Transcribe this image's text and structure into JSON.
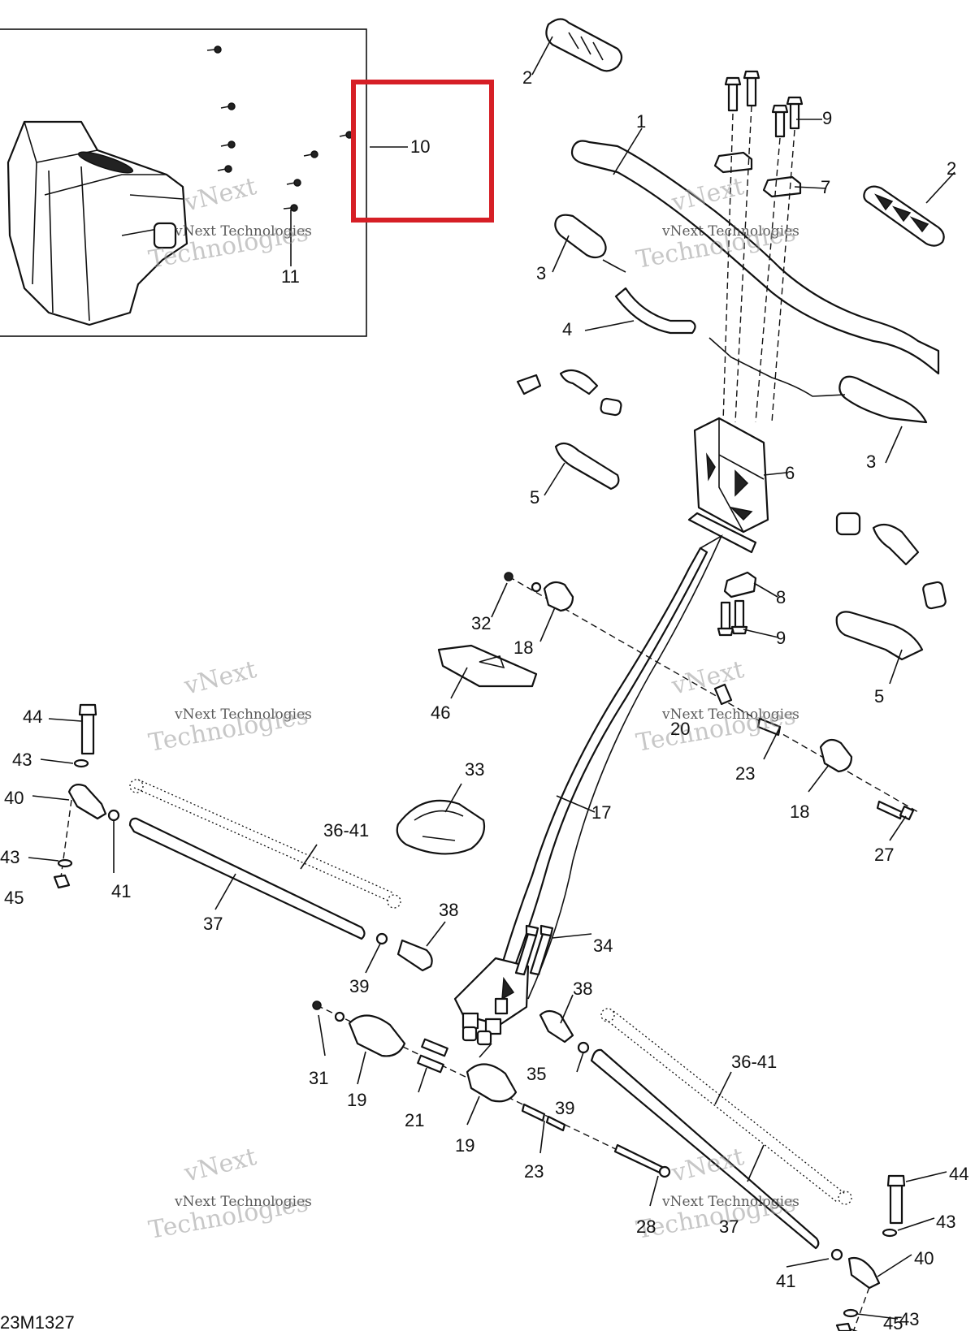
{
  "diagram_code": "23M1327",
  "watermark": {
    "line1": "vNext",
    "line2": "vNext Technologies",
    "line3": "Technologies"
  },
  "callouts": {
    "c1": "1",
    "c2a": "2",
    "c2b": "2",
    "c3a": "3",
    "c3b": "3",
    "c4": "4",
    "c5a": "5",
    "c5b": "5",
    "c6": "6",
    "c7": "7",
    "c8": "8",
    "c9a": "9",
    "c9b": "9",
    "c10": "10",
    "c11": "11",
    "c17": "17",
    "c18a": "18",
    "c18b": "18",
    "c19a": "19",
    "c19b": "19",
    "c20": "20",
    "c21": "21",
    "c23a": "23",
    "c23b": "23",
    "c27": "27",
    "c28": "28",
    "c31": "31",
    "c32": "32",
    "c33": "33",
    "c34": "34",
    "c35": "35",
    "c36a": "36-41",
    "c36b": "36-41",
    "c37a": "37",
    "c37b": "37",
    "c38a": "38",
    "c38b": "38",
    "c39a": "39",
    "c39b": "39",
    "c40a": "40",
    "c40b": "40",
    "c41a": "41",
    "c41b": "41",
    "c43a": "43",
    "c43b": "43",
    "c43c": "43",
    "c43d": "43",
    "c44a": "44",
    "c44b": "44",
    "c45a": "45",
    "c45b": "45",
    "c46": "46"
  },
  "highlight": {
    "color": "#d61f26",
    "target_callout": "10"
  }
}
